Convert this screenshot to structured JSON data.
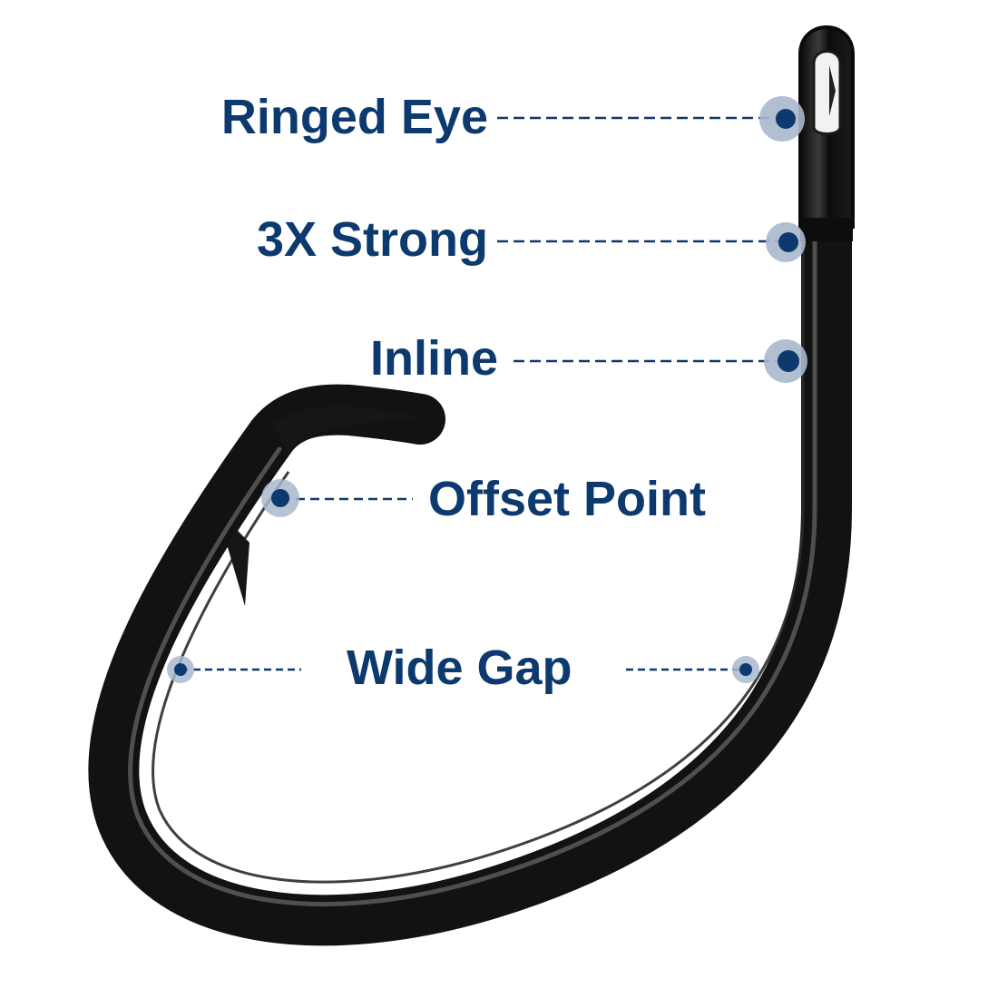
{
  "callouts": {
    "ringed_eye": {
      "label": "Ringed Eye"
    },
    "strong": {
      "label": "3X Strong"
    },
    "inline": {
      "label": "Inline"
    },
    "offset_point": {
      "label": "Offset Point"
    },
    "wide_gap": {
      "label": "Wide Gap"
    }
  },
  "colors": {
    "label": "#0d3a6e",
    "marker_dot": "#0d3a6e",
    "marker_halo": "#a9b8cc",
    "hook_metal": "#141414",
    "background": "#ffffff"
  }
}
